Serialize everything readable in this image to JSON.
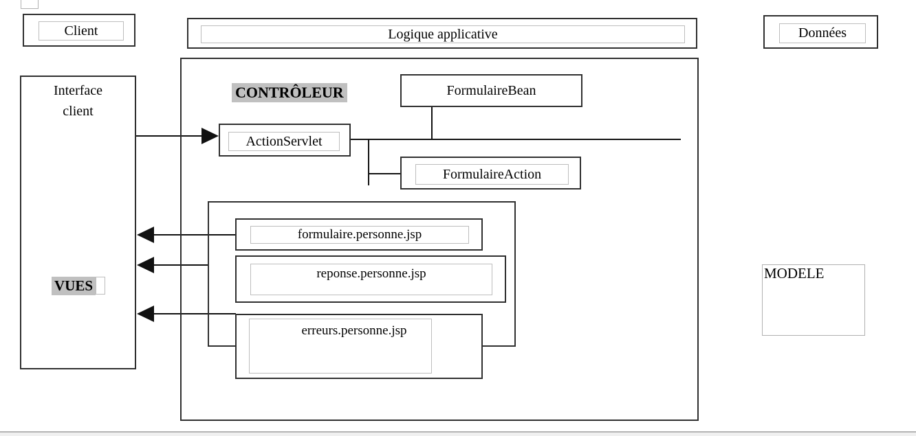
{
  "title_row": {
    "client": "Client",
    "logique_applicative": "Logique applicative",
    "donnees": "Données"
  },
  "client_panel": {
    "title_line1": "Interface",
    "title_line2": "client",
    "vues_label": "VUES"
  },
  "controller_area": {
    "label": "CONTRÔLEUR",
    "formulaire_bean": "FormulaireBean",
    "action_servlet": "ActionServlet",
    "formulaire_action": "FormulaireAction"
  },
  "views_area": {
    "formulaire_jsp": "formulaire.personne.jsp",
    "reponse_jsp": "reponse.personne.jsp",
    "erreurs_jsp": "erreurs.personne.jsp"
  },
  "model_area": {
    "label": "MODELE"
  },
  "colors": {
    "shape_border": "#2f2f2f",
    "inner_border": "#bdbdbd",
    "highlight": "#c0c0c0",
    "connector": "#111111",
    "page_edge_line": "#b3b3b3",
    "page_edge_fill": "#f0f0f0"
  }
}
